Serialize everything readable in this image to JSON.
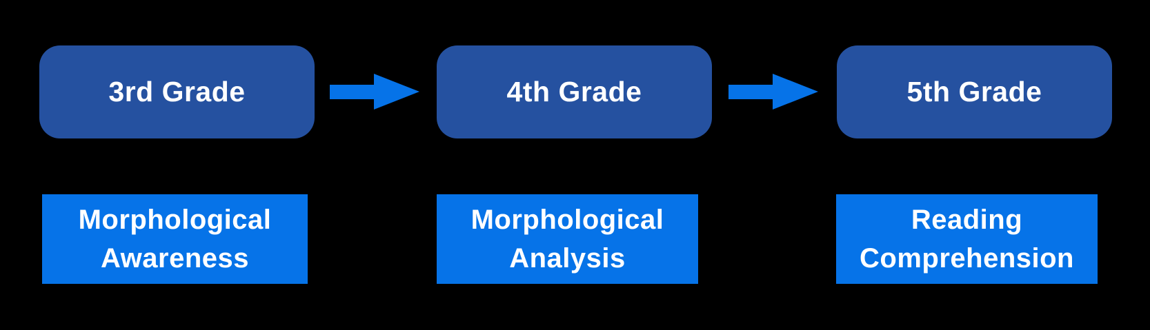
{
  "diagram": {
    "colors": {
      "background": "#000000",
      "grade_box_fill": "#2551A0",
      "skill_box_fill": "#0673E8",
      "arrow_fill": "#0673E8",
      "text_color": "#FFFFFF"
    },
    "columns": [
      {
        "grade_label": "3rd Grade",
        "skill_lines": [
          "Morphological",
          "Awareness"
        ]
      },
      {
        "grade_label": "4th Grade",
        "skill_lines": [
          "Morphological",
          "Analysis"
        ]
      },
      {
        "grade_label": "5th Grade",
        "skill_lines": [
          "Reading",
          "Comprehension"
        ]
      }
    ],
    "arrows": [
      {
        "from": "3rd Grade",
        "to": "4th Grade"
      },
      {
        "from": "4th Grade",
        "to": "5th Grade"
      }
    ]
  }
}
